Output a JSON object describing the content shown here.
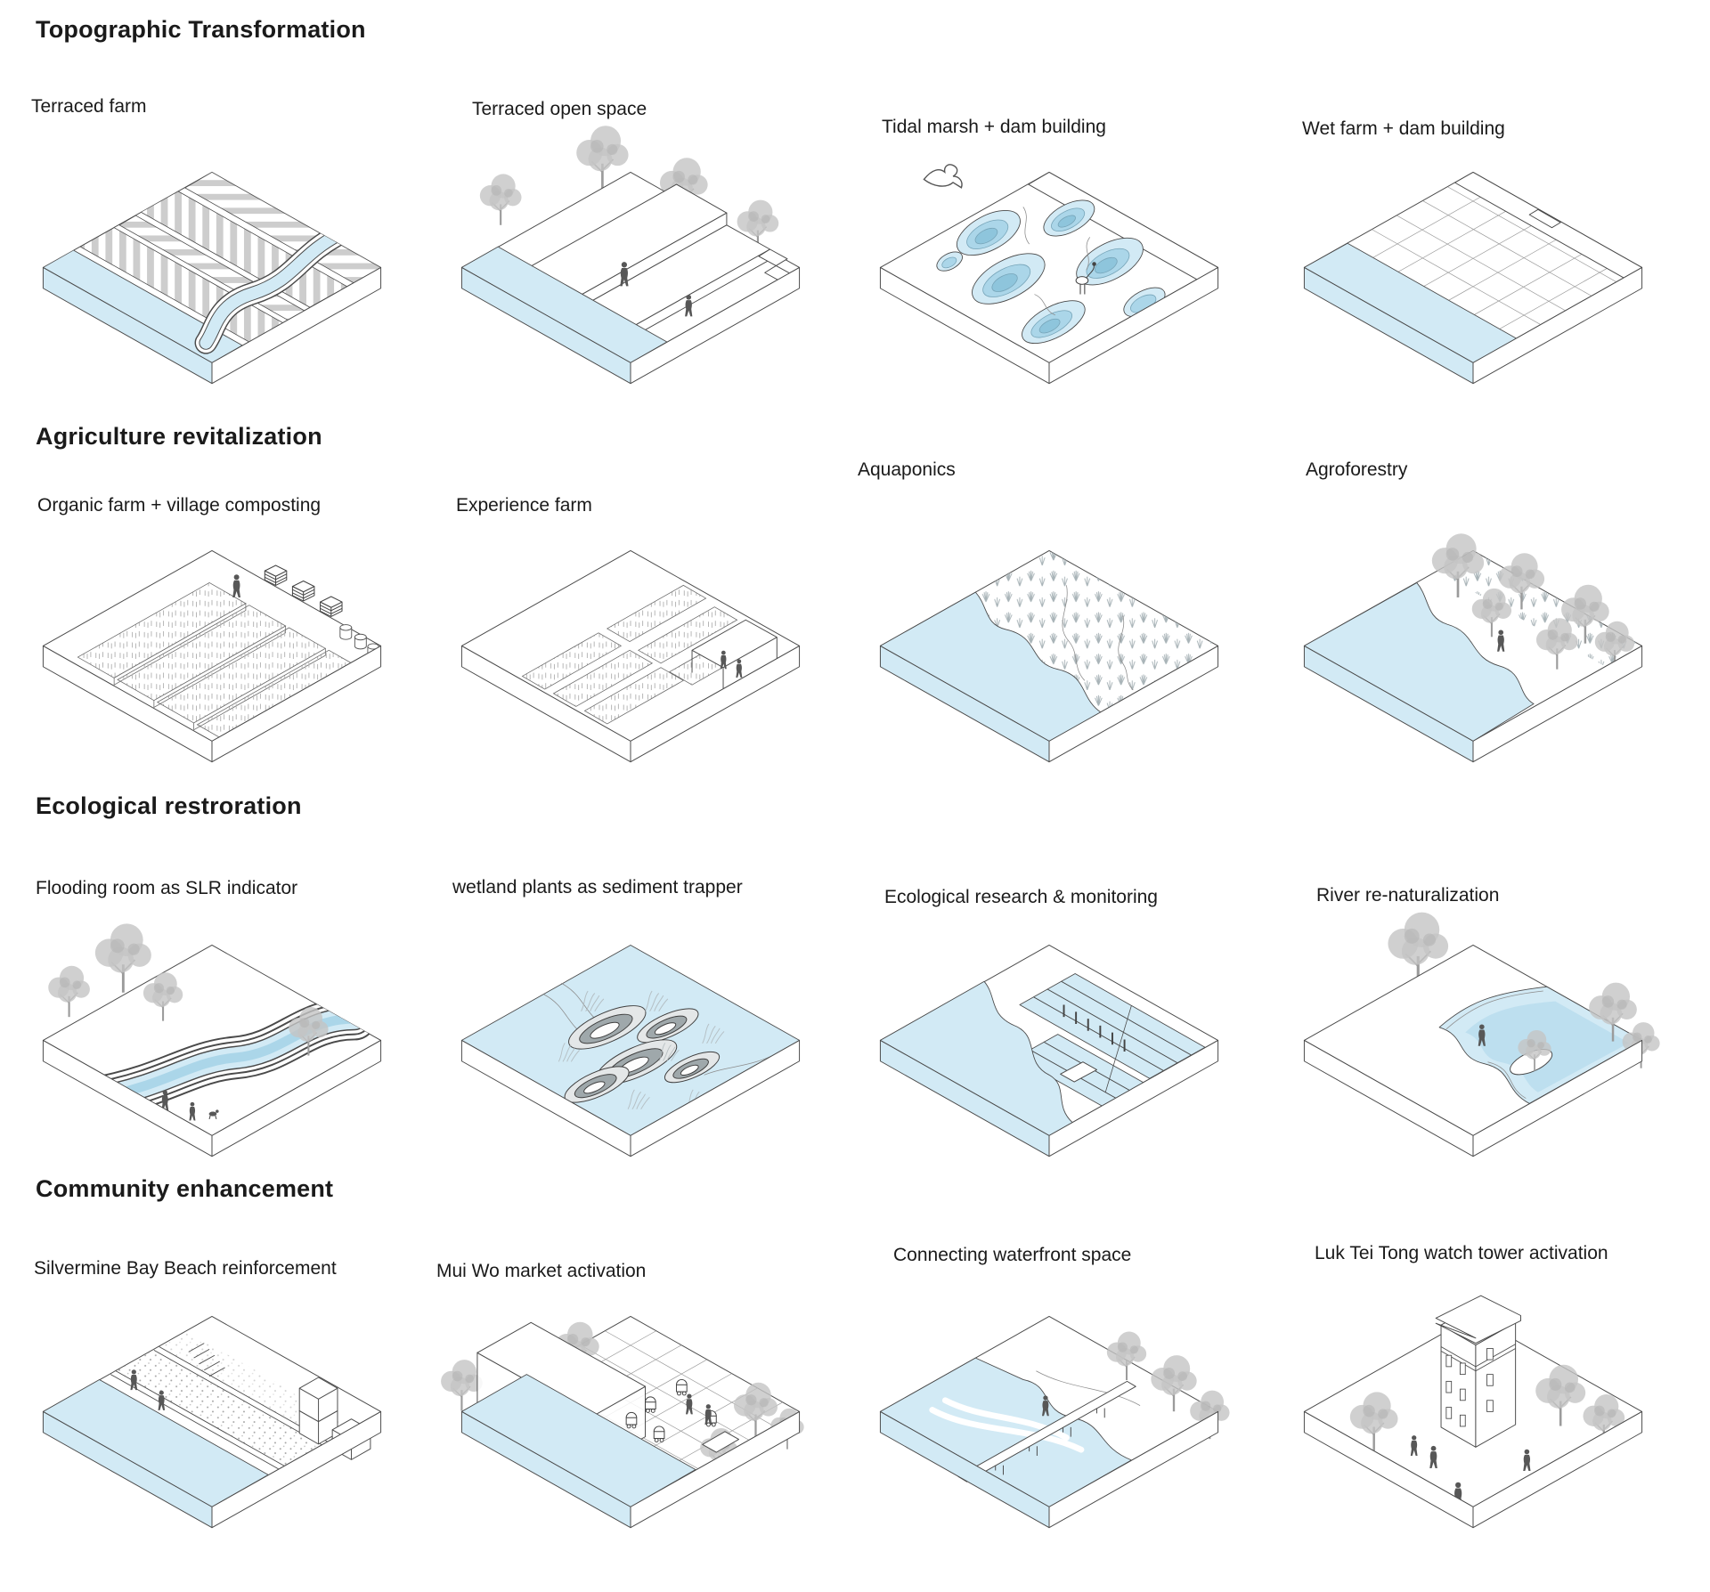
{
  "colors": {
    "water": "#d2eaf5",
    "waterMid": "#abd6e9",
    "waterDeep": "#8ec5dc",
    "line": "#4a4a4a",
    "tree": "#c4c4c4",
    "person": "#575757",
    "figureGray": "#c9c9c9"
  },
  "sections": [
    {
      "heading": "Topographic Transformation",
      "items": [
        {
          "label": "Terraced farm",
          "figure": "terraced-farm-figure"
        },
        {
          "label": "Terraced open space",
          "figure": "terraced-open-space-figure"
        },
        {
          "label": "Tidal marsh + dam building",
          "figure": "tidal-marsh-dam-figure"
        },
        {
          "label": "Wet farm + dam building",
          "figure": "wet-farm-dam-figure"
        }
      ]
    },
    {
      "heading": "Agriculture revitalization",
      "items": [
        {
          "label": "Organic farm + village composting",
          "figure": "organic-farm-composting-figure"
        },
        {
          "label": "Experience farm",
          "figure": "experience-farm-figure"
        },
        {
          "label": "Aquaponics",
          "figure": "aquaponics-figure"
        },
        {
          "label": "Agroforestry",
          "figure": "agroforestry-figure"
        }
      ]
    },
    {
      "heading": "Ecological restroration",
      "items": [
        {
          "label": "Flooding room as SLR indicator",
          "figure": "flooding-room-slr-figure"
        },
        {
          "label": "wetland plants as sediment trapper",
          "figure": "wetland-sediment-trapper-figure"
        },
        {
          "label": "Ecological research & monitoring",
          "figure": "ecological-research-monitoring-figure"
        },
        {
          "label": "River re-naturalization",
          "figure": "river-renaturalization-figure"
        }
      ]
    },
    {
      "heading": "Community enhancement",
      "items": [
        {
          "label": "Silvermine Bay Beach reinforcement",
          "figure": "silvermine-bay-beach-figure"
        },
        {
          "label": "Mui Wo market activation",
          "figure": "mui-wo-market-figure"
        },
        {
          "label": "Connecting waterfront space",
          "figure": "waterfront-connection-figure"
        },
        {
          "label": "Luk Tei Tong watch tower activation",
          "figure": "luk-tei-tong-tower-figure"
        }
      ]
    }
  ]
}
